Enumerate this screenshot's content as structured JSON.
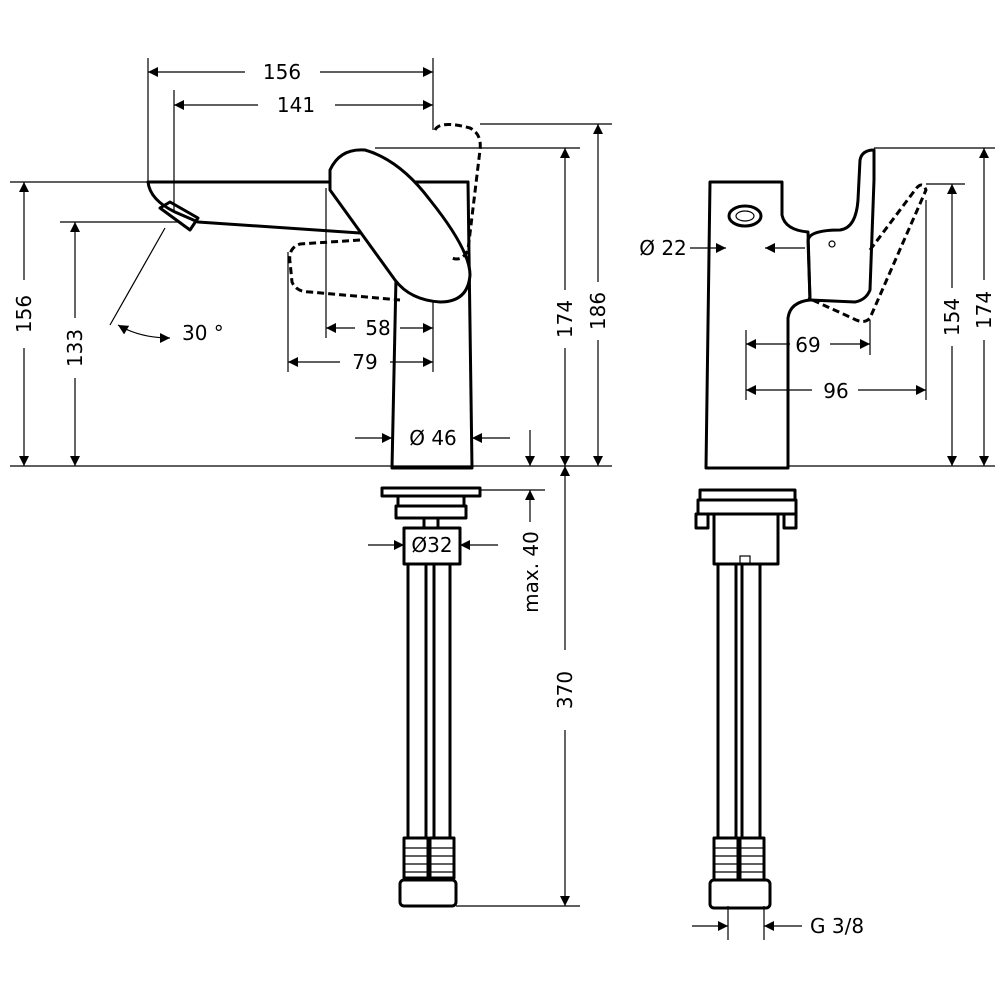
{
  "dimensions": {
    "front_top_width": "156",
    "front_spout_141": "141",
    "front_height_156": "156",
    "front_height_133": "133",
    "spout_angle": "30 °",
    "lever_58": "58",
    "lever_79": "79",
    "height_174": "174",
    "height_186": "186",
    "body_diameter": "Ø 46",
    "shank_diameter": "Ø32",
    "max_thickness": "max. 40",
    "hose_length": "370",
    "side_aerator": "Ø 22",
    "side_69": "69",
    "side_96": "96",
    "side_154": "154",
    "side_174": "174",
    "connection_thread": "G 3/8"
  }
}
